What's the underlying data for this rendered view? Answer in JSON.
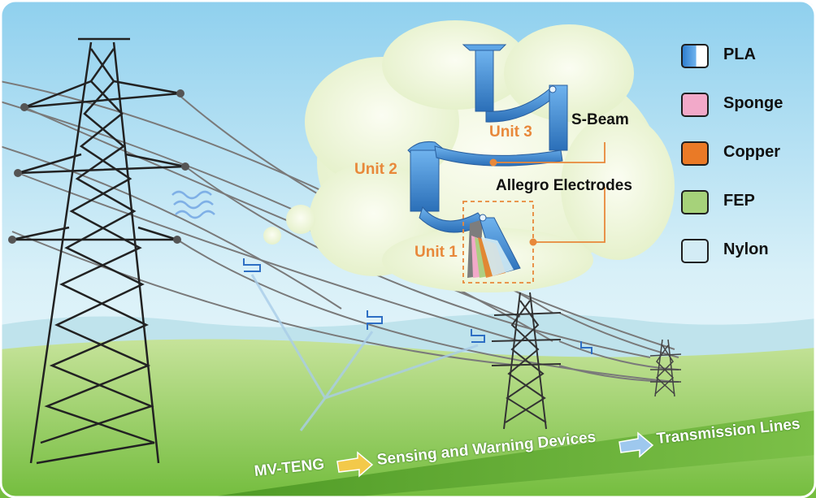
{
  "units": {
    "unit1": "Unit 1",
    "unit2": "Unit 2",
    "unit3": "Unit 3"
  },
  "callouts": {
    "s_beam": "S-Beam",
    "electrodes": "Allegro Electrodes"
  },
  "legend": [
    {
      "label": "PLA",
      "color": "#2f7fd0"
    },
    {
      "label": "Sponge",
      "color": "#f2a9c9"
    },
    {
      "label": "Copper",
      "color": "#ea7a26"
    },
    {
      "label": "FEP",
      "color": "#a6d27a"
    },
    {
      "label": "Nylon",
      "color": "#d3ecf5"
    }
  ],
  "flow": {
    "step1": "MV-TENG",
    "step2": "Sensing and Warning Devices",
    "step3": "Transmission Lines"
  },
  "colors": {
    "accent_orange": "#e8883a",
    "sky_top": "#9fd6ef",
    "grass": "#6fbf3a",
    "cloud": "#eef6d6",
    "beam_blue": "#3f8fd6"
  }
}
